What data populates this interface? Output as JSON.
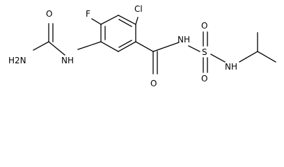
{
  "molecule": {
    "atoms": {
      "f": "F",
      "cl": "Cl",
      "o_urea": "O",
      "h2n": "H2N",
      "nh_urea": "NH",
      "o_amide": "O",
      "nh_amide": "NH",
      "s": "S",
      "o_sulfonyl_top": "O",
      "o_sulfonyl_bottom": "O",
      "nh_sulfonamide": "NH"
    }
  }
}
